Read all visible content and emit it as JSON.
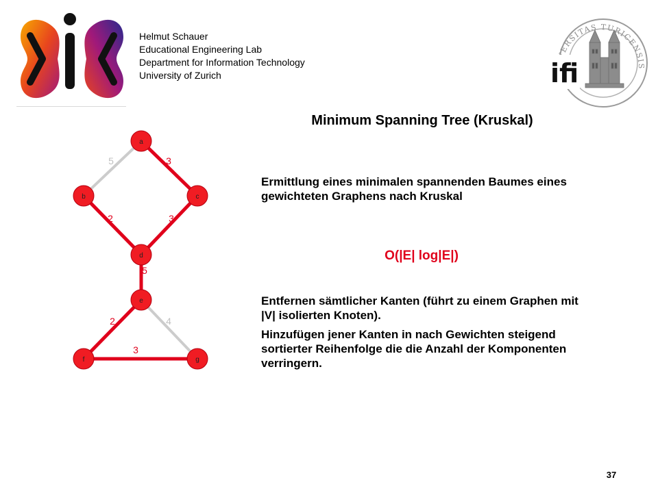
{
  "header": {
    "author_lines": [
      "Helmut Schauer",
      "Educational Engineering Lab",
      "Department for Information Technology",
      "University of Zurich"
    ],
    "right_logo_text": "ifi",
    "right_logo_ring_text": "UNIVERSITAS TURICENSIS"
  },
  "slide": {
    "title": "Minimum Spanning Tree (Kruskal)",
    "paragraph_1": "Ermittlung eines minimalen spannenden Baumes eines gewichteten Graphens nach Kruskal",
    "complexity": "O(|E| log|E|)",
    "paragraph_2": "Entfernen sämtlicher Kanten (führt zu einem Graphen mit |V| isolierten Knoten).",
    "paragraph_3": "Hinzufügen jener Kanten in nach Gewichten steigend sortierter Reihenfolge die die Anzahl der Komponenten verringern.",
    "page_number": "37"
  },
  "graph": {
    "nodes": [
      {
        "id": "a",
        "label": "a"
      },
      {
        "id": "b",
        "label": "b"
      },
      {
        "id": "c",
        "label": "c"
      },
      {
        "id": "d",
        "label": "d"
      },
      {
        "id": "e",
        "label": "e"
      },
      {
        "id": "f",
        "label": "f"
      },
      {
        "id": "g",
        "label": "g"
      }
    ],
    "edges": [
      {
        "from": "a",
        "to": "b",
        "weight": "5",
        "in_tree": false
      },
      {
        "from": "a",
        "to": "c",
        "weight": "3",
        "in_tree": true
      },
      {
        "from": "b",
        "to": "d",
        "weight": "2",
        "in_tree": true
      },
      {
        "from": "c",
        "to": "d",
        "weight": "3",
        "in_tree": true
      },
      {
        "from": "d",
        "to": "e",
        "weight": "5",
        "in_tree": true
      },
      {
        "from": "e",
        "to": "f",
        "weight": "2",
        "in_tree": true
      },
      {
        "from": "e",
        "to": "g",
        "weight": "4",
        "in_tree": false
      },
      {
        "from": "f",
        "to": "g",
        "weight": "3",
        "in_tree": true
      }
    ]
  },
  "colors": {
    "tree_edge": "#e0001b",
    "non_tree_edge": "#cccccc",
    "node_fill": "#f01c23",
    "accent": "#e0001b"
  }
}
